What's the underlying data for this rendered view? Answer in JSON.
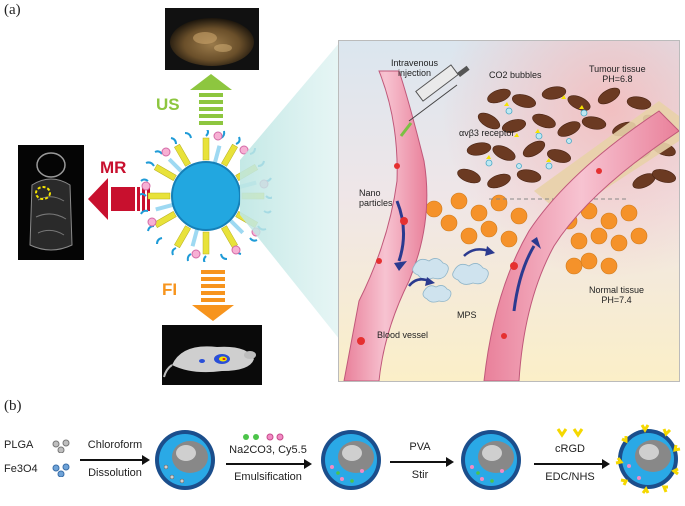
{
  "panel_a_label": "(a)",
  "panel_b_label": "(b)",
  "modalities": {
    "us": "US",
    "mr": "MR",
    "fi": "FI"
  },
  "colors": {
    "us": "#8dc63f",
    "mr": "#c8102e",
    "fi": "#f7941d"
  },
  "schematic": {
    "intravenous_injection": [
      "Intravenous",
      "injection"
    ],
    "co2_bubbles": "CO2 bubbles",
    "tumour_tissue": "Tumour tissue",
    "tumour_ph": "PH=6.8",
    "receptor": "αvβ3 receptor",
    "nano_particles": [
      "Nano",
      "particles"
    ],
    "mps": "MPS",
    "normal_tissue": "Normal tissue",
    "normal_ph": "PH=7.4",
    "blood_vessel": "Blood vessel"
  },
  "synthesis": {
    "plga": "PLGA",
    "fe3o4": "Fe3O4",
    "step1_top": "Chloroform",
    "step1_bottom": "Dissolution",
    "step2_top": "Na2CO3, Cy5.5",
    "step2_bottom": "Emulsification",
    "step3_top": "PVA",
    "step3_bottom": "Stir",
    "step4_top": "cRGD",
    "step4_bottom": "EDC/NHS"
  }
}
